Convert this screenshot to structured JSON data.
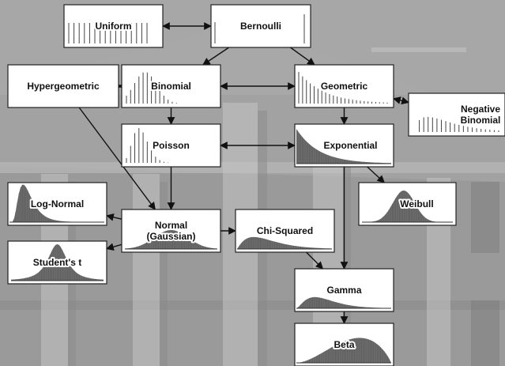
{
  "diagram": {
    "nodes": [
      {
        "id": "uniform",
        "label": [
          "Uniform"
        ],
        "shape": "uniform"
      },
      {
        "id": "bernoulli",
        "label": [
          "Bernoulli"
        ],
        "shape": "bernoulli"
      },
      {
        "id": "hypergeometric",
        "label": [
          "Hypergeometric"
        ],
        "shape": "none"
      },
      {
        "id": "binomial",
        "label": [
          "Binomial"
        ],
        "shape": "binomial"
      },
      {
        "id": "geometric",
        "label": [
          "Geometric"
        ],
        "shape": "geometric"
      },
      {
        "id": "negative_binomial",
        "label": [
          "Negative",
          "Binomial"
        ],
        "shape": "negbinomial"
      },
      {
        "id": "poisson",
        "label": [
          "Poisson"
        ],
        "shape": "poisson"
      },
      {
        "id": "exponential",
        "label": [
          "Exponential"
        ],
        "shape": "exponential"
      },
      {
        "id": "log_normal",
        "label": [
          "Log-Normal"
        ],
        "shape": "lognormal"
      },
      {
        "id": "weibull",
        "label": [
          "Weibull"
        ],
        "shape": "weibull"
      },
      {
        "id": "normal",
        "label": [
          "Normal",
          "(Gaussian)"
        ],
        "shape": "normal"
      },
      {
        "id": "chi_squared",
        "label": [
          "Chi-Squared"
        ],
        "shape": "chisquared"
      },
      {
        "id": "students_t",
        "label": [
          "Student's t"
        ],
        "shape": "studentt"
      },
      {
        "id": "gamma",
        "label": [
          "Gamma"
        ],
        "shape": "gamma"
      },
      {
        "id": "beta",
        "label": [
          "Beta"
        ],
        "shape": "beta"
      }
    ],
    "edges": [
      {
        "from": "uniform",
        "to": "bernoulli",
        "bidirectional": true
      },
      {
        "from": "bernoulli",
        "to": "binomial",
        "bidirectional": false
      },
      {
        "from": "bernoulli",
        "to": "geometric",
        "bidirectional": false
      },
      {
        "from": "hypergeometric",
        "to": "binomial",
        "bidirectional": true
      },
      {
        "from": "binomial",
        "to": "geometric",
        "bidirectional": true
      },
      {
        "from": "geometric",
        "to": "negative_binomial",
        "bidirectional": true
      },
      {
        "from": "binomial",
        "to": "poisson",
        "bidirectional": false
      },
      {
        "from": "geometric",
        "to": "exponential",
        "bidirectional": false
      },
      {
        "from": "poisson",
        "to": "exponential",
        "bidirectional": true
      },
      {
        "from": "hypergeometric",
        "to": "normal",
        "bidirectional": false
      },
      {
        "from": "poisson",
        "to": "normal",
        "bidirectional": false
      },
      {
        "from": "exponential",
        "to": "weibull",
        "bidirectional": false
      },
      {
        "from": "exponential",
        "to": "gamma",
        "bidirectional": false
      },
      {
        "from": "normal",
        "to": "log_normal",
        "bidirectional": false
      },
      {
        "from": "normal",
        "to": "students_t",
        "bidirectional": false
      },
      {
        "from": "normal",
        "to": "chi_squared",
        "bidirectional": false
      },
      {
        "from": "chi_squared",
        "to": "gamma",
        "bidirectional": false
      },
      {
        "from": "gamma",
        "to": "beta",
        "bidirectional": false
      }
    ]
  },
  "colors": {
    "node_fill": "#ffffff",
    "node_border": "#222222",
    "edge": "#111111",
    "bars": "#444444",
    "curve_fill": "#555555",
    "background": "#9c9c9c"
  }
}
